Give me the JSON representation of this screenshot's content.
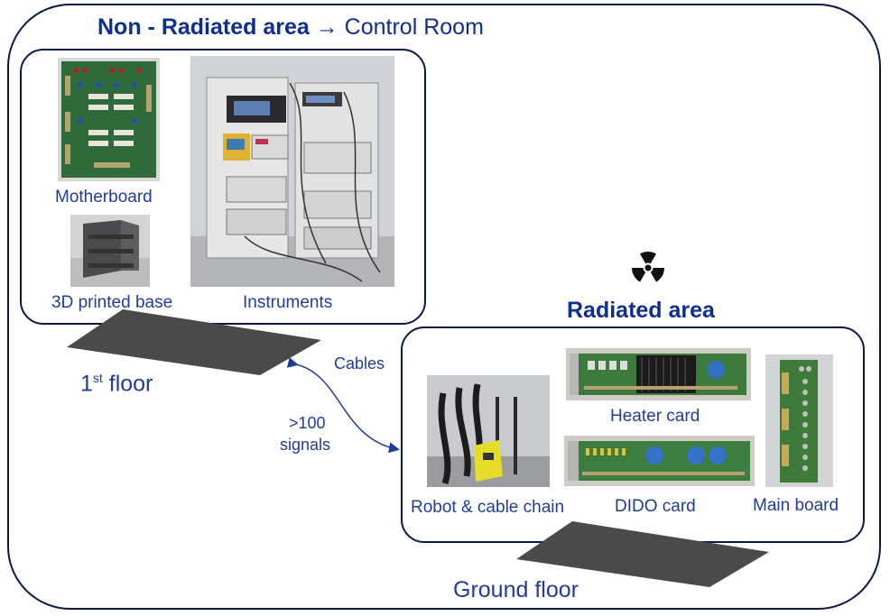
{
  "non_radiated": {
    "title_bold": "Non - Radiated area",
    "title_rest": " → Control Room",
    "motherboard_label": "Motherboard",
    "base_label": "3D printed base",
    "instruments_label": "Instruments"
  },
  "floor1": {
    "prefix": "1",
    "sup": "st",
    "suffix": " floor"
  },
  "cables": {
    "label": "Cables",
    "signals_line1": ">100",
    "signals_line2": "signals"
  },
  "radiated": {
    "title": "Radiated area",
    "icon": "radiation-icon",
    "robot_label": "Robot & cable chain",
    "heater_label": "Heater card",
    "dido_label": "DIDO card",
    "mainboard_label": "Main board"
  },
  "ground": {
    "label": "Ground floor"
  },
  "colors": {
    "text": "#1f3d99",
    "border": "#0b1a44",
    "floor": "#4a4a4a"
  }
}
